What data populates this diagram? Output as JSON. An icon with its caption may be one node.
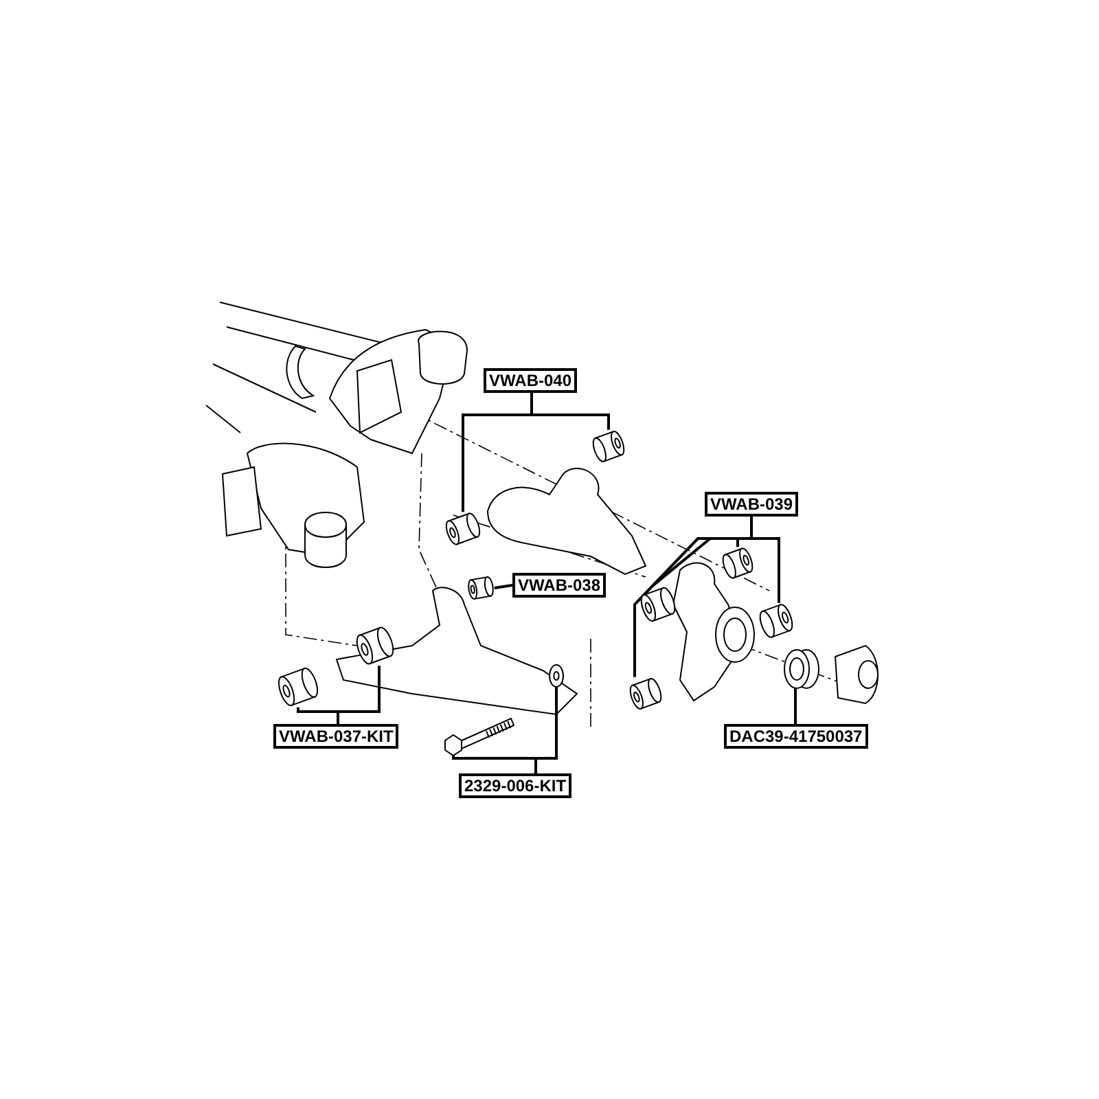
{
  "diagram": {
    "nodes": [
      {
        "text": [
          "VWAB-040"
        ]
      },
      {
        "text": [],
        "shape": "picture"
      },
      {
        "text": [],
        "shape": "picture"
      },
      {
        "text": [
          "VWAB-038"
        ]
      },
      {
        "text": [],
        "shape": "picture"
      },
      {
        "text": [
          "VWAB-039"
        ]
      },
      {
        "text": [],
        "shape": "picture"
      },
      {
        "text": [],
        "shape": "picture"
      },
      {
        "text": [],
        "shape": "picture"
      },
      {
        "text": [],
        "shape": "picture"
      },
      {
        "text": [
          "VWAB-037-KIT"
        ]
      },
      {
        "text": [],
        "shape": "picture"
      },
      {
        "text": [],
        "shape": "picture"
      },
      {
        "text": [
          "2329-006-KIT"
        ]
      },
      {
        "text": [],
        "shape": "picture"
      },
      {
        "text": [],
        "shape": "picture"
      },
      {
        "text": [
          "DAC39-41750037"
        ]
      },
      {
        "text": [],
        "shape": "picture"
      }
    ],
    "edges": [
      {
        "from": 0,
        "to": 1,
        "arrow": "none"
      },
      {
        "from": 0,
        "to": 2,
        "arrow": "none"
      },
      {
        "from": 3,
        "to": 4,
        "arrow": "none"
      },
      {
        "from": 5,
        "to": 6,
        "arrow": "none"
      },
      {
        "from": 5,
        "to": 8,
        "arrow": "none"
      },
      {
        "from": 5,
        "to": 7,
        "arrow": "none"
      },
      {
        "from": 5,
        "to": 9,
        "arrow": "none"
      },
      {
        "from": 10,
        "to": 11,
        "arrow": "none"
      },
      {
        "from": 10,
        "to": 12,
        "arrow": "none"
      },
      {
        "from": 13,
        "to": 14,
        "arrow": "none"
      },
      {
        "from": 13,
        "to": 15,
        "arrow": "none"
      },
      {
        "from": 16,
        "to": 17,
        "arrow": "none"
      }
    ]
  }
}
